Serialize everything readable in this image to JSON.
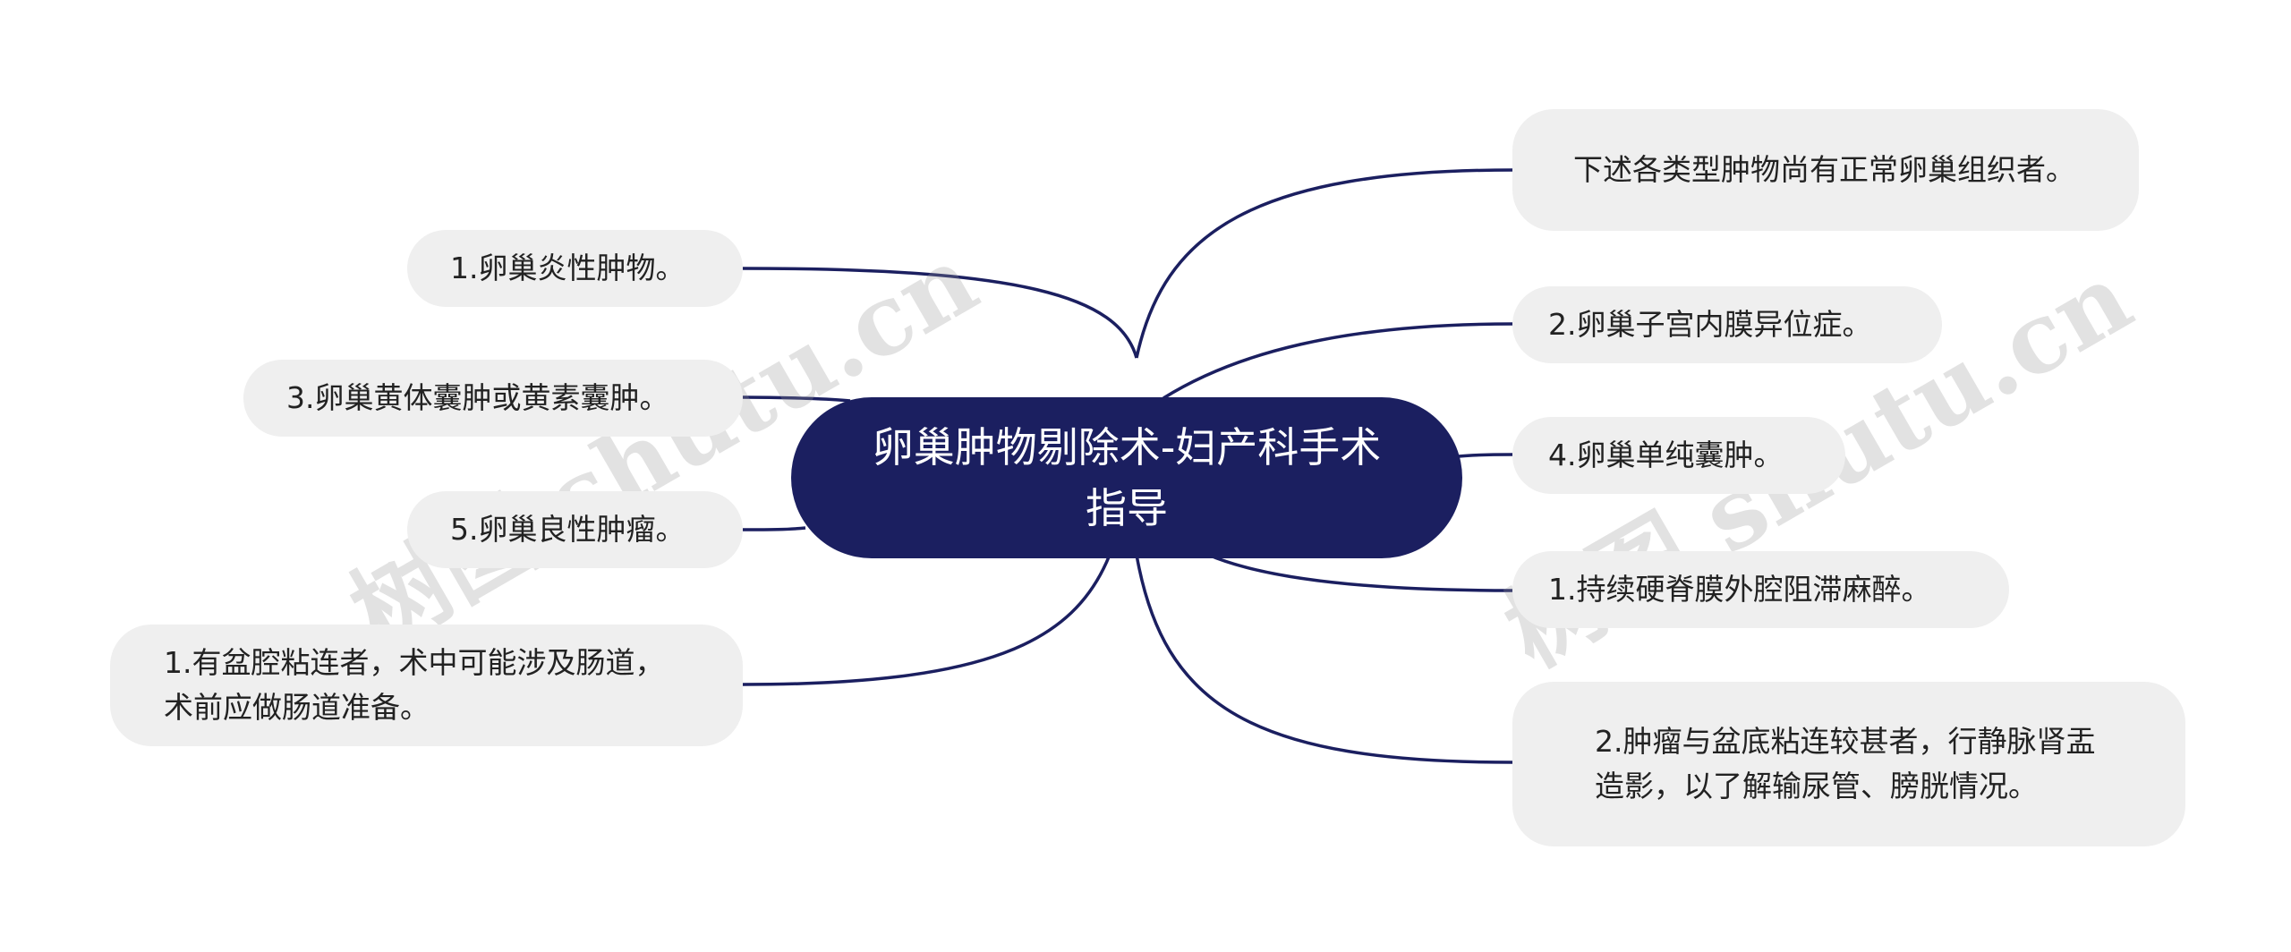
{
  "watermark": "树图 shutu.cn",
  "colors": {
    "line": "#1b1f60",
    "center_bg": "#1b1f60",
    "node_bg": "#efefef"
  },
  "center": {
    "title": "卵巢肿物剔除术-妇产科手术指导"
  },
  "left_nodes": [
    "1.卵巢炎性肿物。",
    "3.卵巢黄体囊肿或黄素囊肿。",
    "5.卵巢良性肿瘤。",
    "1.有盆腔粘连者，术中可能涉及肠道，术前应做肠道准备。"
  ],
  "right_nodes": [
    "下述各类型肿物尚有正常卵巢组织者。",
    "2.卵巢子宫内膜异位症。",
    "4.卵巢单纯囊肿。",
    "1.持续硬脊膜外腔阻滞麻醉。",
    "2.肿瘤与盆底粘连较甚者，行静脉肾盂造影，以了解输尿管、膀胱情况。"
  ]
}
